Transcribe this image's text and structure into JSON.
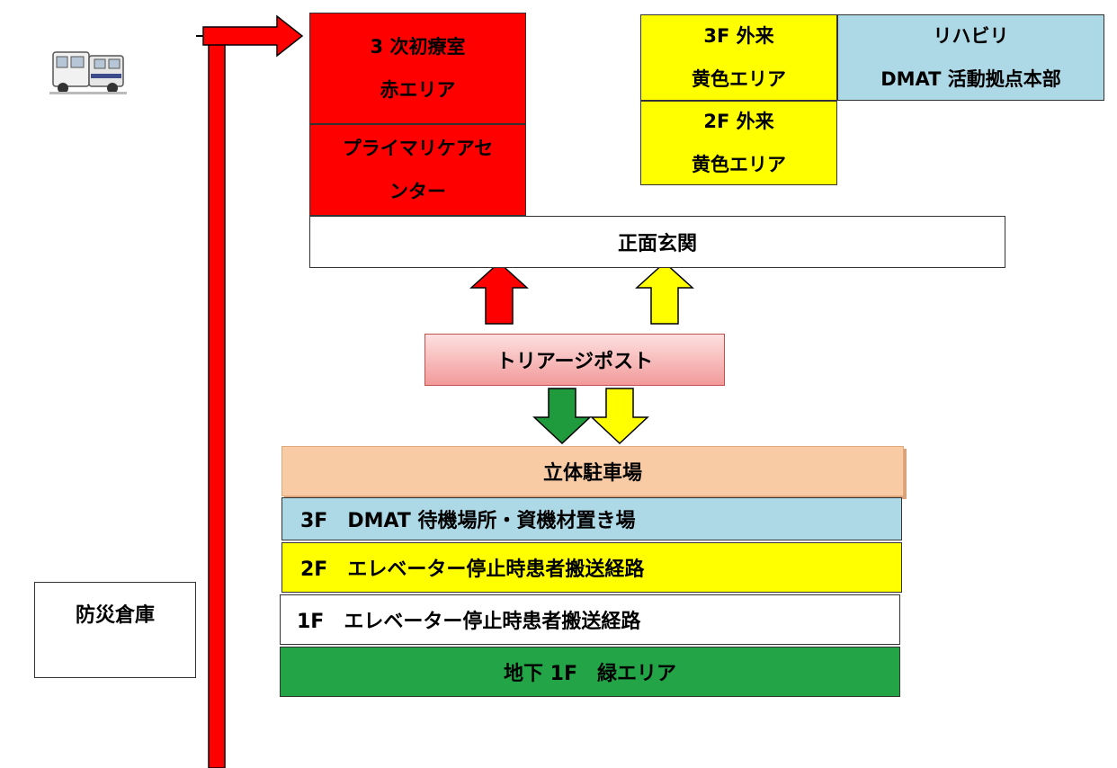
{
  "boxes": {
    "red_area_line1": "3 次初療室",
    "red_area_line2": "赤エリア",
    "primary_care_line1": "プライマリケアセ",
    "primary_care_line2": "ンター",
    "f3_outpatient_line1": "3F 外来",
    "f3_outpatient_line2": "黄色エリア",
    "rehab_line1": "リハビリ",
    "rehab_line2": "DMAT 活動拠点本部",
    "f2_outpatient_line1": "2F 外来",
    "f2_outpatient_line2": "黄色エリア",
    "main_entrance": "正面玄関",
    "triage_post": "トリアージポスト",
    "parking": "立体駐車場",
    "parking_3f": "3F　DMAT 待機場所・資機材置き場",
    "parking_2f": "2F　エレベーター停止時患者搬送経路",
    "parking_1f": "1F　エレベーター停止時患者搬送経路",
    "basement_1f": "地下 1F　緑エリア",
    "storage": "防災倉庫"
  },
  "colors": {
    "red": "#ff0000",
    "yellow": "#ffff00",
    "light_blue": "#add8e6",
    "green": "#22a447",
    "peach": "#f9cba5",
    "triage_pink": "#f7b6b6",
    "arrow_green": "#1f9a3c"
  },
  "icons": {
    "ambulance": "ambulance-icon"
  }
}
